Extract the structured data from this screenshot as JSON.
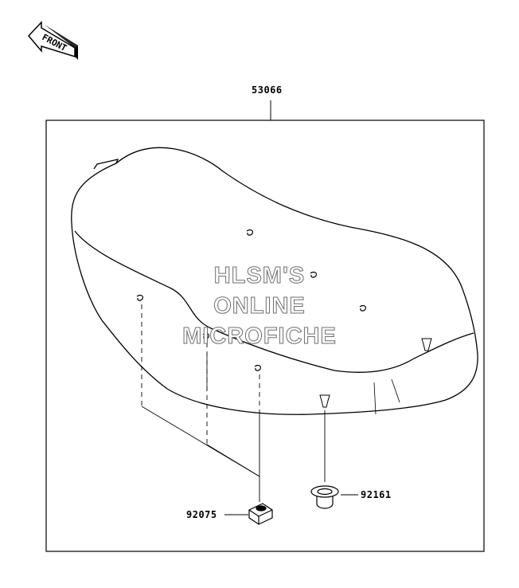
{
  "front_arrow": {
    "label": "FRONT",
    "icon": "front-direction-arrow-icon"
  },
  "parts": {
    "assembly": "53066",
    "clip": "92075",
    "damper": "92161"
  },
  "watermark": {
    "line1": "HLSM'S",
    "line2": "ONLINE",
    "line3": "MICROFICHE"
  }
}
